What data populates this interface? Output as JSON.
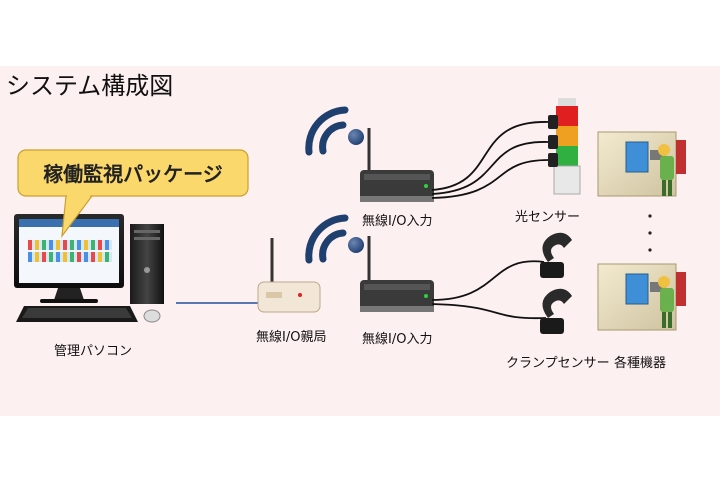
{
  "title": "システム構成図",
  "callout": "稼働監視パッケージ",
  "labels": {
    "pc": "管理パソコン",
    "parent": "無線I/O親局",
    "io_top": "無線I/O入力",
    "io_bottom": "無線I/O入力",
    "light_sensor": "光センサー",
    "clamp_sensor": "クランプセンサー",
    "machines": "各種機器"
  },
  "icons": {
    "pc": "desktop-computer-icon",
    "parent": "wireless-base-station-icon",
    "io": "wireless-io-unit-icon",
    "wifi": "wifi-signal-icon",
    "light": "signal-tower-light-icon",
    "clamp": "clamp-sensor-icon",
    "machine": "machine-tool-worker-icon"
  },
  "colors": {
    "background_band": "#fdf0f0",
    "callout_fill": "#fbd86b",
    "link_line": "#1f4fa0",
    "tower_red": "#e02020",
    "tower_amber": "#f0a020",
    "tower_green": "#30b040",
    "wifi_blue": "#1f3f6f"
  }
}
